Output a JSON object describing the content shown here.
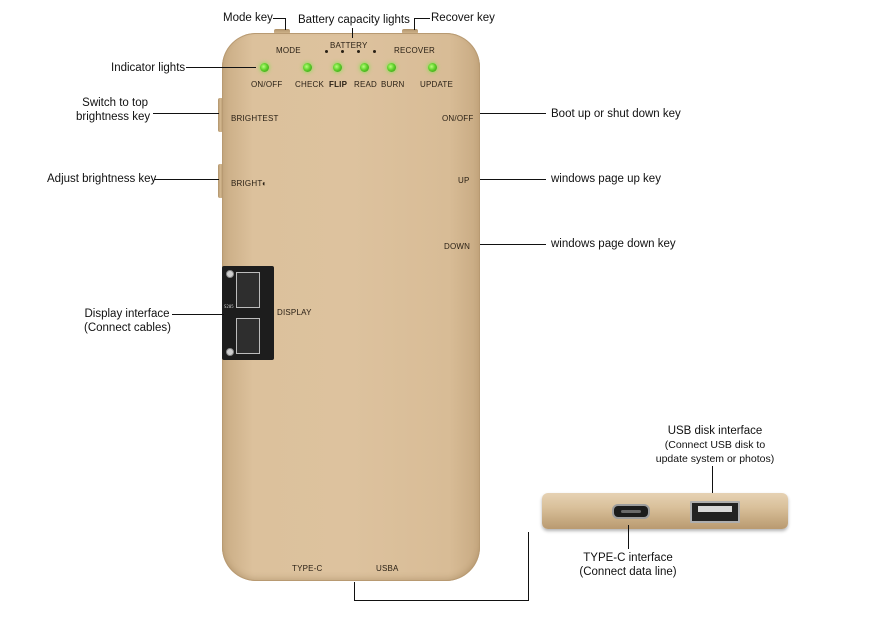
{
  "callouts": {
    "mode_key": "Mode key",
    "battery_lights": "Battery capacity lights",
    "recover_key": "Recover key",
    "indicator_lights": "Indicator lights",
    "switch_top_brightness_1": "Switch to top",
    "switch_top_brightness_2": "brightness key",
    "adjust_brightness": "Adjust brightness key",
    "display_interface_1": "Display interface",
    "display_interface_2": "(Connect cables)",
    "boot_shutdown": "Boot up or shut down key",
    "page_up": "windows page up key",
    "page_down": "windows page down key",
    "usb_disk_1": "USB disk interface",
    "usb_disk_2": "(Connect USB disk to",
    "usb_disk_3": "update system or photos)",
    "typec_1": "TYPE-C interface",
    "typec_2": "(Connect data line)"
  },
  "device": {
    "mode": "MODE",
    "battery": "BATTERY",
    "recover": "RECOVER",
    "indicators": [
      {
        "label": "ON/OFF"
      },
      {
        "label": "CHECK"
      },
      {
        "label": "FLIP"
      },
      {
        "label": "READ"
      },
      {
        "label": "BURN"
      },
      {
        "label": "UPDATE"
      }
    ],
    "brightest": "BRIGHTEST",
    "bright": "BRIGHT",
    "on_off": "ON/OFF",
    "up": "UP",
    "down": "DOWN",
    "display": "DISPLAY",
    "typec": "TYPE-C",
    "usba": "USBA",
    "board_text": "S205"
  },
  "colors": {
    "body": "#ddc29e",
    "led": "#5fd12a"
  }
}
